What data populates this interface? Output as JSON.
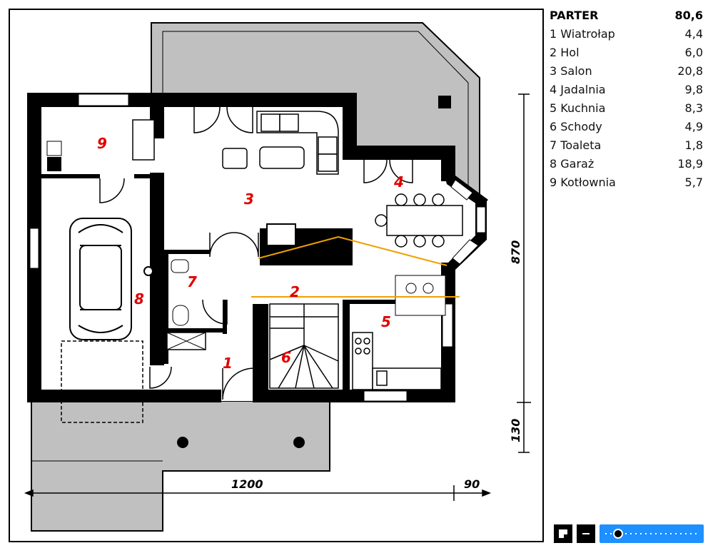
{
  "floor": {
    "name": "PARTER",
    "total": "80,6"
  },
  "rooms": [
    {
      "label": "1 Wiatrołap",
      "area": "4,4"
    },
    {
      "label": "2 Hol",
      "area": "6,0"
    },
    {
      "label": "3 Salon",
      "area": "20,8"
    },
    {
      "label": "4 Jadalnia",
      "area": "9,8"
    },
    {
      "label": "5 Kuchnia",
      "area": "8,3"
    },
    {
      "label": "6 Schody",
      "area": "4,9"
    },
    {
      "label": "7 Toaleta",
      "area": "1,8"
    },
    {
      "label": "8 Garaż",
      "area": "18,9"
    },
    {
      "label": "9 Kotłownia",
      "area": "5,7"
    }
  ],
  "plan": {
    "room_numbers": [
      "1",
      "2",
      "3",
      "4",
      "5",
      "6",
      "7",
      "8",
      "9"
    ],
    "dimensions": {
      "width": "1200",
      "overhang": "90",
      "depth": "870",
      "terrace": "130"
    }
  },
  "colors": {
    "wall": "#000000",
    "terrace": "#c0c0c0",
    "room_number": "#e00000",
    "section_line": "#f0a000",
    "zoom_slider": "#1e90ff"
  },
  "icons": {
    "fit": "fit-screen-icon",
    "zoom_out": "minus-icon"
  }
}
